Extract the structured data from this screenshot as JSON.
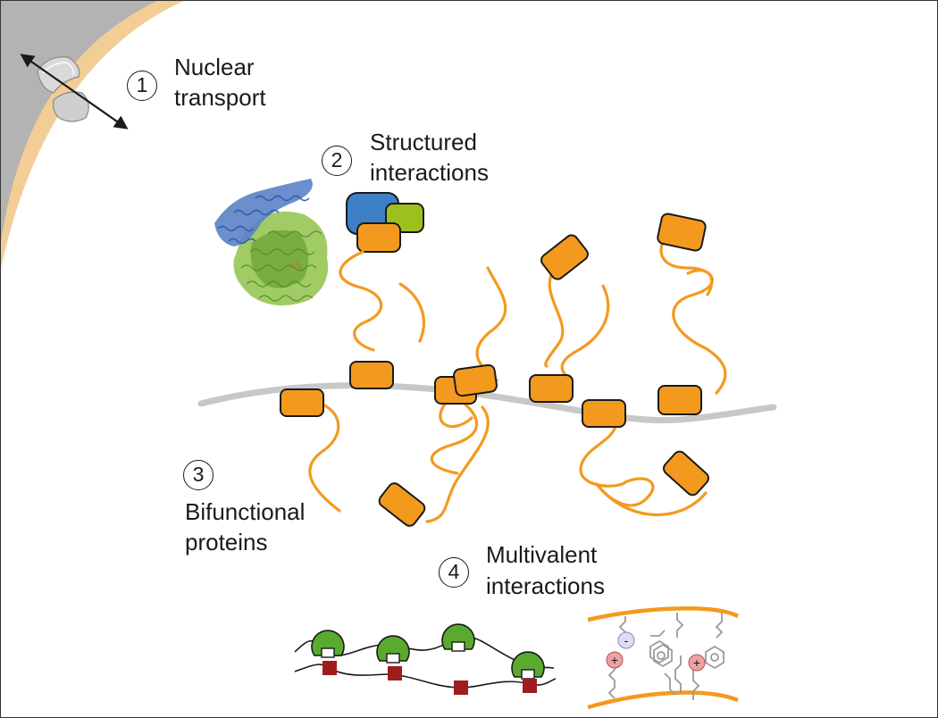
{
  "colors": {
    "nucleus": "#b3b3b3",
    "envelope": "#f2cd96",
    "chromatin": "#c8c8c8",
    "idr": "#f39a1e",
    "domain": "#f39a1e",
    "blue_partner": "#3d80c6",
    "green_partner": "#9dc01d",
    "sticker": "#5aaa2e",
    "spacer_block": "#a01c1c",
    "charge_positive": "#f0a0a0",
    "charge_negative": "#dcdcf2"
  },
  "sections": [
    {
      "number": "1",
      "line1": "Nuclear",
      "line2": "transport"
    },
    {
      "number": "2",
      "line1": "Structured",
      "line2": "interactions"
    },
    {
      "number": "3",
      "line1": "Bifunctional",
      "line2": "proteins"
    },
    {
      "number": "4",
      "line1": "Multivalent",
      "line2": "interactions"
    }
  ],
  "charges": {
    "negative": "-",
    "positive": "+"
  },
  "icons": [
    "nuclear-pore-icon",
    "bidirectional-arrow-icon",
    "protein-structure-icon"
  ]
}
